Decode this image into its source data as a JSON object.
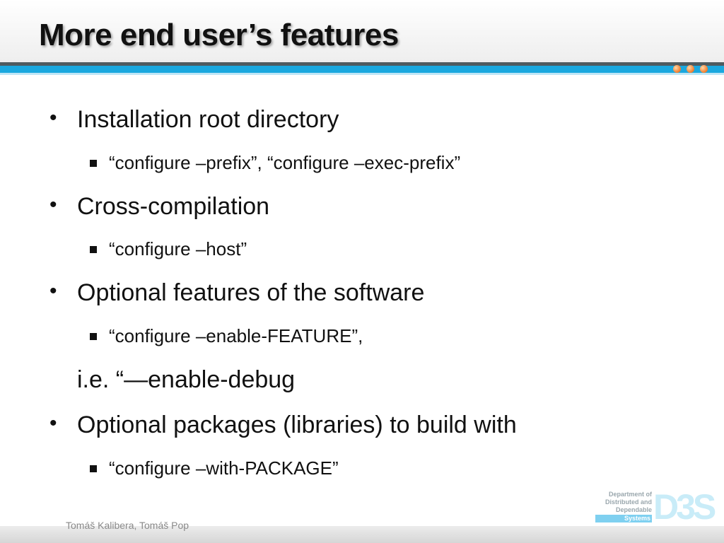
{
  "slide": {
    "title": "More end user’s features",
    "footer": "Tomáš Kalibera, Tomáš Pop"
  },
  "content": {
    "bullets": [
      {
        "text": "Installation root directory",
        "sub": "“configure –prefix”, “configure –exec-prefix”"
      },
      {
        "text": "Cross-compilation",
        "sub": "“configure –host”"
      },
      {
        "text": "Optional features of the software",
        "sub": "“configure –enable-FEATURE”,",
        "continuation": "i.e. “—enable-debug"
      },
      {
        "text": "Optional packages (libraries) to build with",
        "sub": "“configure –with-PACKAGE”"
      }
    ]
  },
  "logo": {
    "line1": "Department of",
    "line2": "Distributed and",
    "line3": "Dependable",
    "line4": "Systems",
    "mark": "D3S"
  },
  "colors": {
    "accent_blue": "#1aa8df",
    "stripe_gray": "#4f5b5f",
    "dot_orange": "#f07a2a"
  }
}
